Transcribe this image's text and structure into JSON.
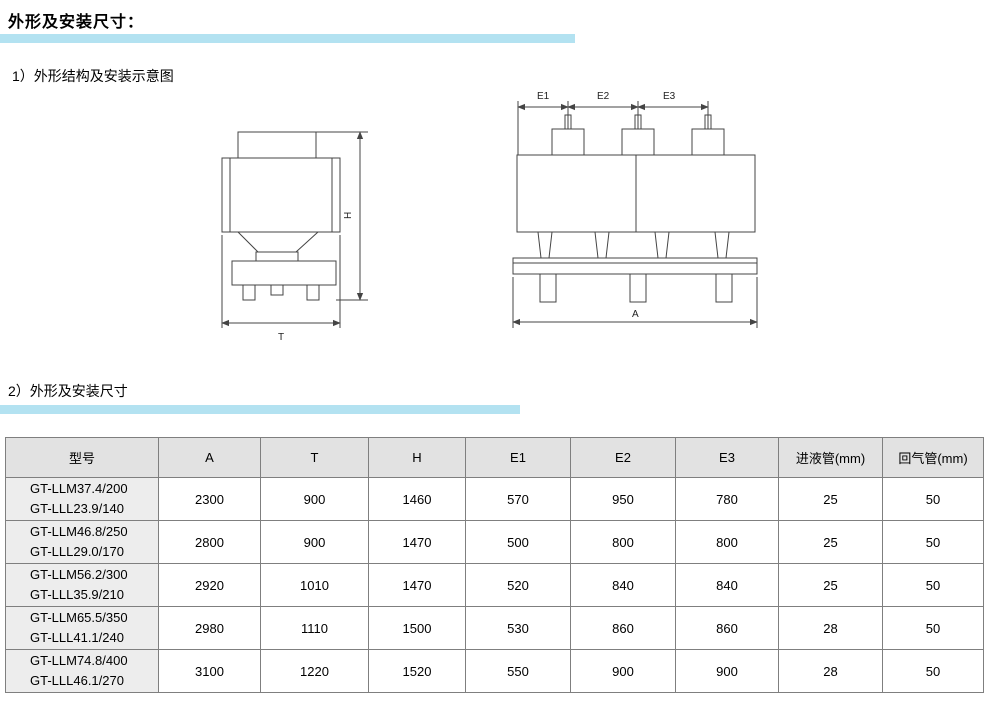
{
  "page": {
    "title": "外形及安装尺寸：",
    "section1_heading": "1）外形结构及安装示意图",
    "section2_heading": "2）外形及安装尺寸"
  },
  "diagram": {
    "labels": {
      "H": "H",
      "T": "T",
      "A": "A",
      "E1": "E1",
      "E2": "E2",
      "E3": "E3"
    }
  },
  "table": {
    "headers": [
      "型号",
      "A",
      "T",
      "H",
      "E1",
      "E2",
      "E3",
      "进液管(mm)",
      "回气管(mm)"
    ],
    "rows": [
      {
        "model": [
          "GT-LLM37.4/200",
          "GT-LLL23.9/140"
        ],
        "values": [
          "2300",
          "900",
          "1460",
          "570",
          "950",
          "780",
          "25",
          "50"
        ]
      },
      {
        "model": [
          "GT-LLM46.8/250",
          "GT-LLL29.0/170"
        ],
        "values": [
          "2800",
          "900",
          "1470",
          "500",
          "800",
          "800",
          "25",
          "50"
        ]
      },
      {
        "model": [
          "GT-LLM56.2/300",
          "GT-LLL35.9/210"
        ],
        "values": [
          "2920",
          "1010",
          "1470",
          "520",
          "840",
          "840",
          "25",
          "50"
        ]
      },
      {
        "model": [
          "GT-LLM65.5/350",
          "GT-LLL41.1/240"
        ],
        "values": [
          "2980",
          "1110",
          "1500",
          "530",
          "860",
          "860",
          "28",
          "50"
        ]
      },
      {
        "model": [
          "GT-LLM74.8/400",
          "GT-LLL46.1/270"
        ],
        "values": [
          "3100",
          "1220",
          "1520",
          "550",
          "900",
          "900",
          "28",
          "50"
        ]
      }
    ]
  },
  "colors": {
    "accent_bar": "#b3e2f1",
    "table_header_bg": "#e2e2e2",
    "model_column_bg": "#ededed",
    "diagram_line": "#444444"
  }
}
